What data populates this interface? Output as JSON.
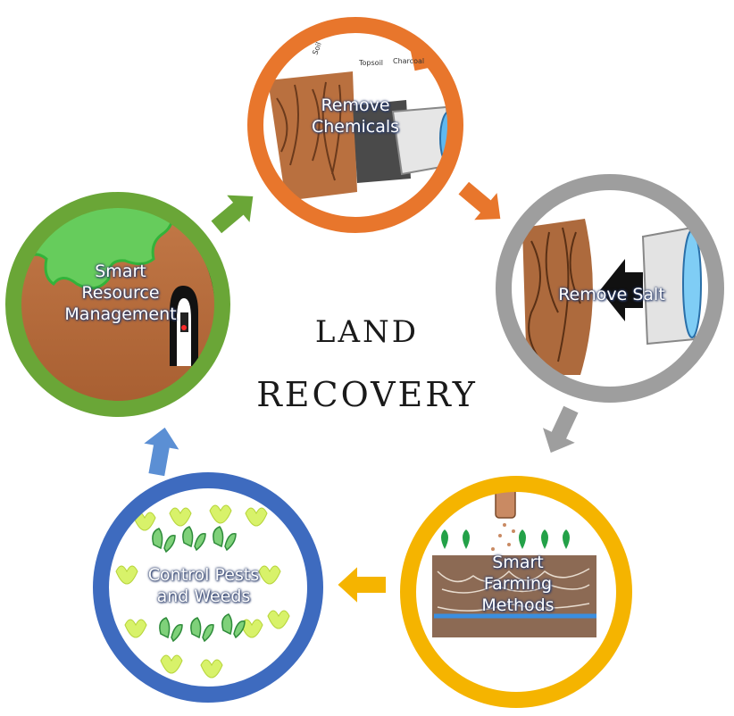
{
  "title": {
    "line1": "LAND",
    "line2": "RECOVERY"
  },
  "steps": [
    {
      "label_lines": [
        "Remove",
        "Chemicals"
      ],
      "ring_color": "#e8762c"
    },
    {
      "label_lines": [
        "Remove Salt"
      ],
      "ring_color": "#9e9e9e"
    },
    {
      "label_lines": [
        "Smart",
        "Farming",
        "Methods"
      ],
      "ring_color": "#f5b400"
    },
    {
      "label_lines": [
        "Control Pests",
        "and Weeds"
      ],
      "ring_color": "#3e6bbf"
    },
    {
      "label_lines": [
        "Smart",
        "Resource",
        "Management"
      ],
      "ring_color": "#6aa637"
    }
  ],
  "diagram_labels": {
    "layer1": "Soil",
    "layer2": "Topsoil",
    "layer3": "Charcoal"
  },
  "colors": {
    "soil": "#b06a3b",
    "soil_dark": "#6b3a1c",
    "arrow_orange": "#e8762c",
    "arrow_gray": "#9e9e9e",
    "arrow_yellow": "#f5b400",
    "arrow_blue": "#5b8fd4",
    "arrow_green": "#6aa637"
  }
}
